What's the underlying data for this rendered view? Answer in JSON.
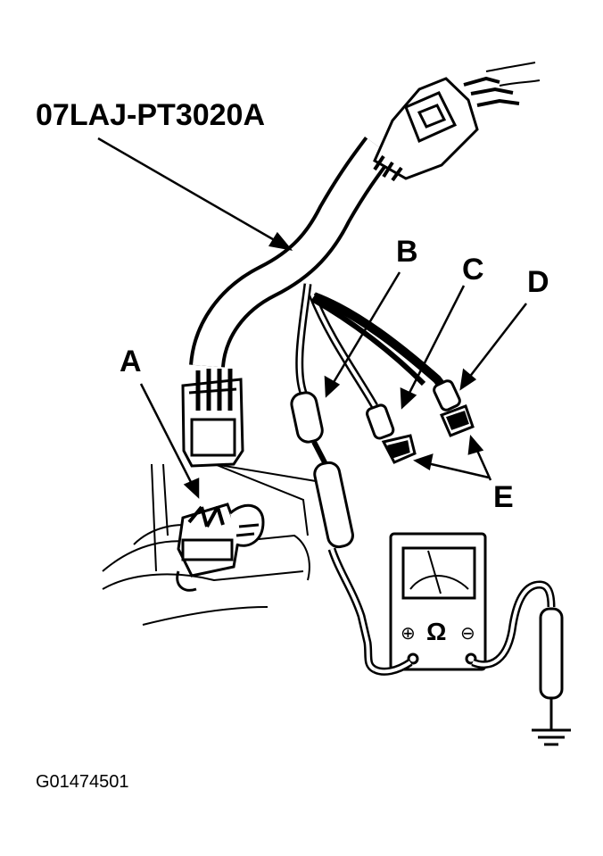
{
  "part_number": "07LAJ-PT3020A",
  "callouts": {
    "a": "A",
    "b": "B",
    "c": "C",
    "d": "D",
    "e": "E"
  },
  "meter_symbols": {
    "plus": "⊕",
    "ohm": "Ω",
    "minus": "⊖"
  },
  "figure_id": "G01474501",
  "colors": {
    "ink": "#000000",
    "paper": "#ffffff"
  }
}
